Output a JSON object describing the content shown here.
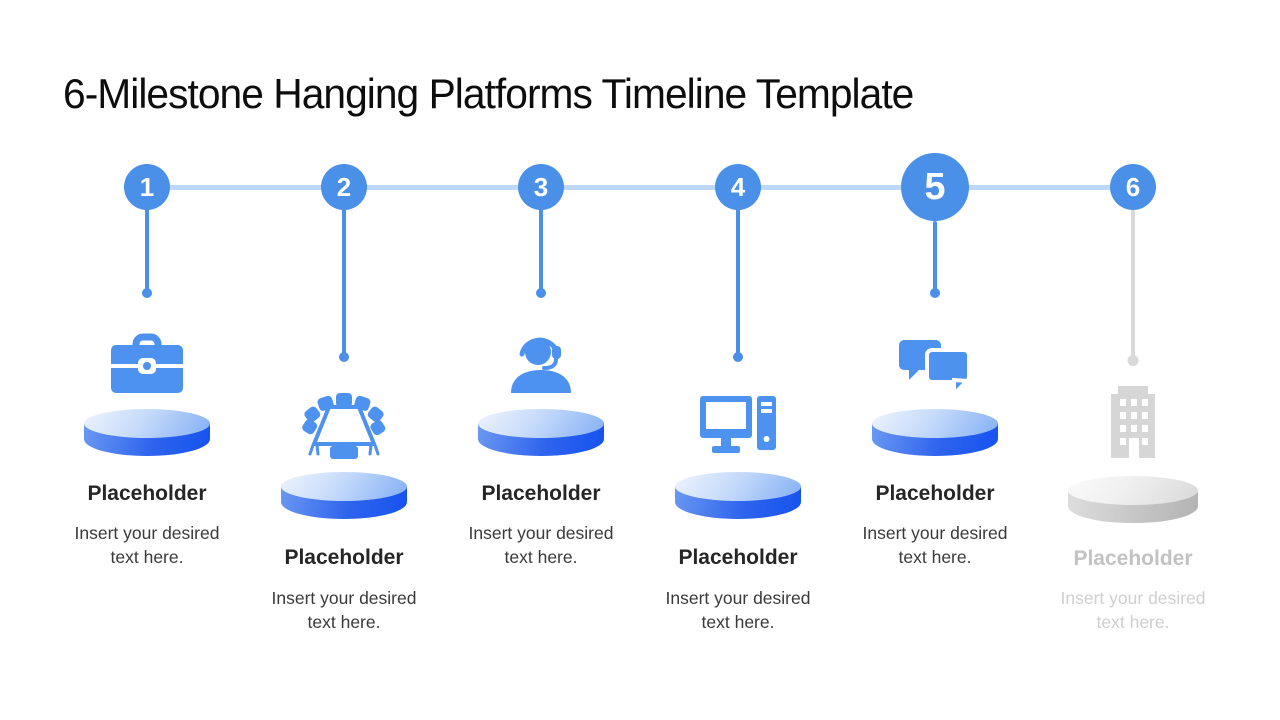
{
  "slide": {
    "title": "6-Milestone Hanging Platforms Timeline Template"
  },
  "colors": {
    "accent_blue": "#4a8fe8",
    "icon_blue": "#4e92ef",
    "track_blue": "#bdd7f6",
    "inactive_gray": "#d9d9d9",
    "label_dark": "#262626",
    "body_text": "#3a3a3a",
    "inactive_text": "#c2c2c2"
  },
  "milestones": [
    {
      "number": "1",
      "icon": "briefcase-icon",
      "label": "Placeholder",
      "description": "Insert your desired text here.",
      "state": "active",
      "hang": "short",
      "emphasis": "regular"
    },
    {
      "number": "2",
      "icon": "meeting-table-icon",
      "label": "Placeholder",
      "description": "Insert your desired text here.",
      "state": "active",
      "hang": "long",
      "emphasis": "regular"
    },
    {
      "number": "3",
      "icon": "support-agent-icon",
      "label": "Placeholder",
      "description": "Insert your desired text here.",
      "state": "active",
      "hang": "short",
      "emphasis": "regular"
    },
    {
      "number": "4",
      "icon": "desktop-computer-icon",
      "label": "Placeholder",
      "description": "Insert your desired text here.",
      "state": "active",
      "hang": "long",
      "emphasis": "regular"
    },
    {
      "number": "5",
      "icon": "chat-bubbles-icon",
      "label": "Placeholder",
      "description": "Insert your desired text here.",
      "state": "active",
      "hang": "short",
      "emphasis": "large"
    },
    {
      "number": "6",
      "icon": "office-building-icon",
      "label": "Placeholder",
      "description": "Insert your desired text here.",
      "state": "inactive",
      "hang": "long",
      "emphasis": "regular"
    }
  ]
}
